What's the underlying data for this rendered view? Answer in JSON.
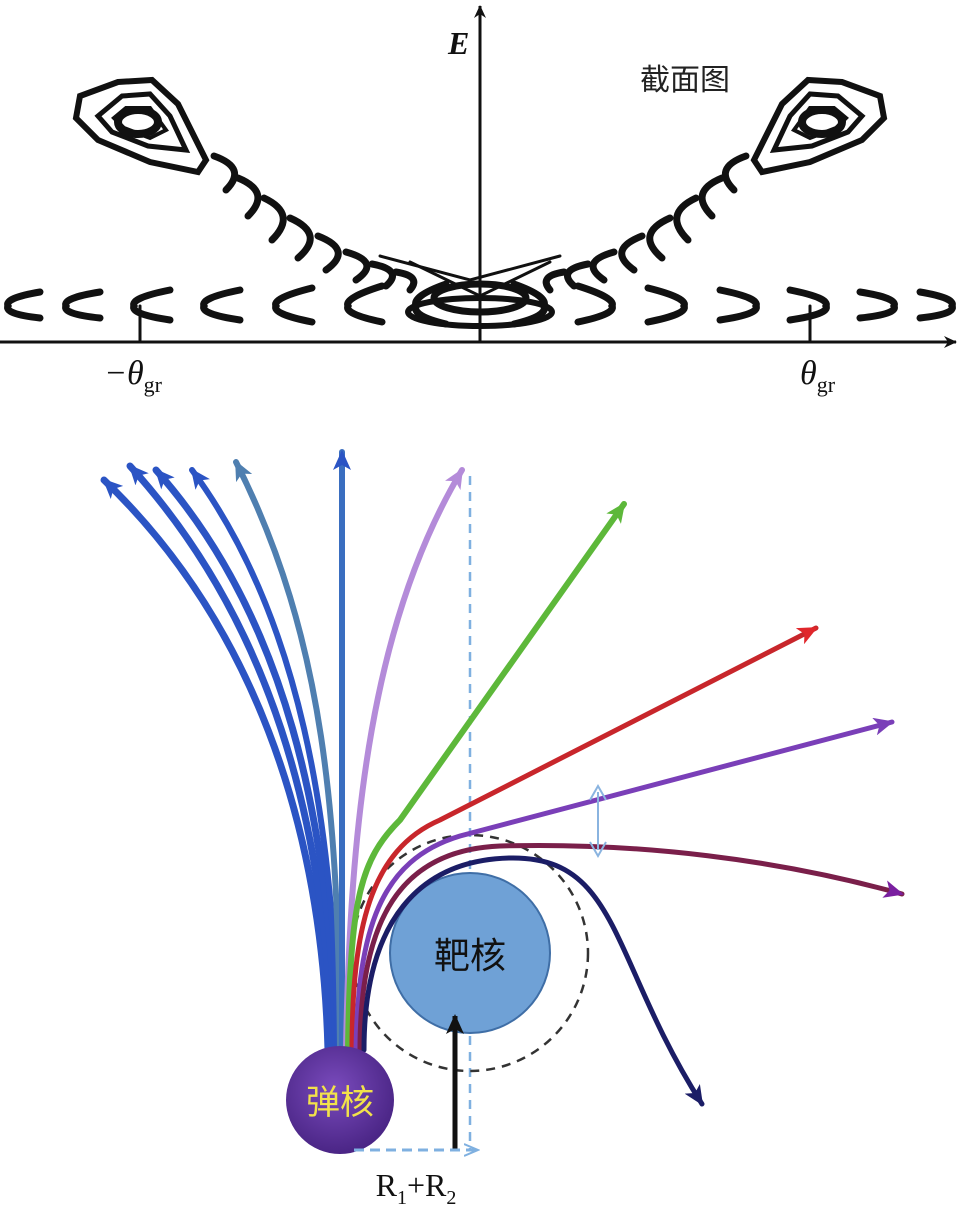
{
  "top_panel": {
    "y_axis_label": "E",
    "caption": "截面图",
    "neg_theta_symbol": "−θ",
    "neg_theta_sub": "gr",
    "pos_theta_symbol": "θ",
    "pos_theta_sub": "gr"
  },
  "bottom_panel": {
    "target_label": "靶核",
    "projectile_label": "弹核",
    "distance_main": "R",
    "distance_sub1": "1",
    "distance_plus": "+R",
    "distance_sub2": "2"
  },
  "colors": {
    "axis": "#111111",
    "contour": "#111111",
    "target_fill": "#6fa1d6",
    "target_stroke": "#3f6ea6",
    "projectile_fill": "#5a2f9a",
    "projectile_label": "#f2e24a",
    "trajectory_blue": "#2b54c4",
    "trajectory_steel": "#4f7fb0",
    "trajectory_lilac": "#b48bd9",
    "trajectory_green": "#5db83a",
    "trajectory_red": "#c8262b",
    "trajectory_violet": "#7a3fb8",
    "trajectory_maroon": "#7a1f4a",
    "trajectory_navy": "#1b1d66",
    "guide_dashed": "#7fb0e0"
  }
}
